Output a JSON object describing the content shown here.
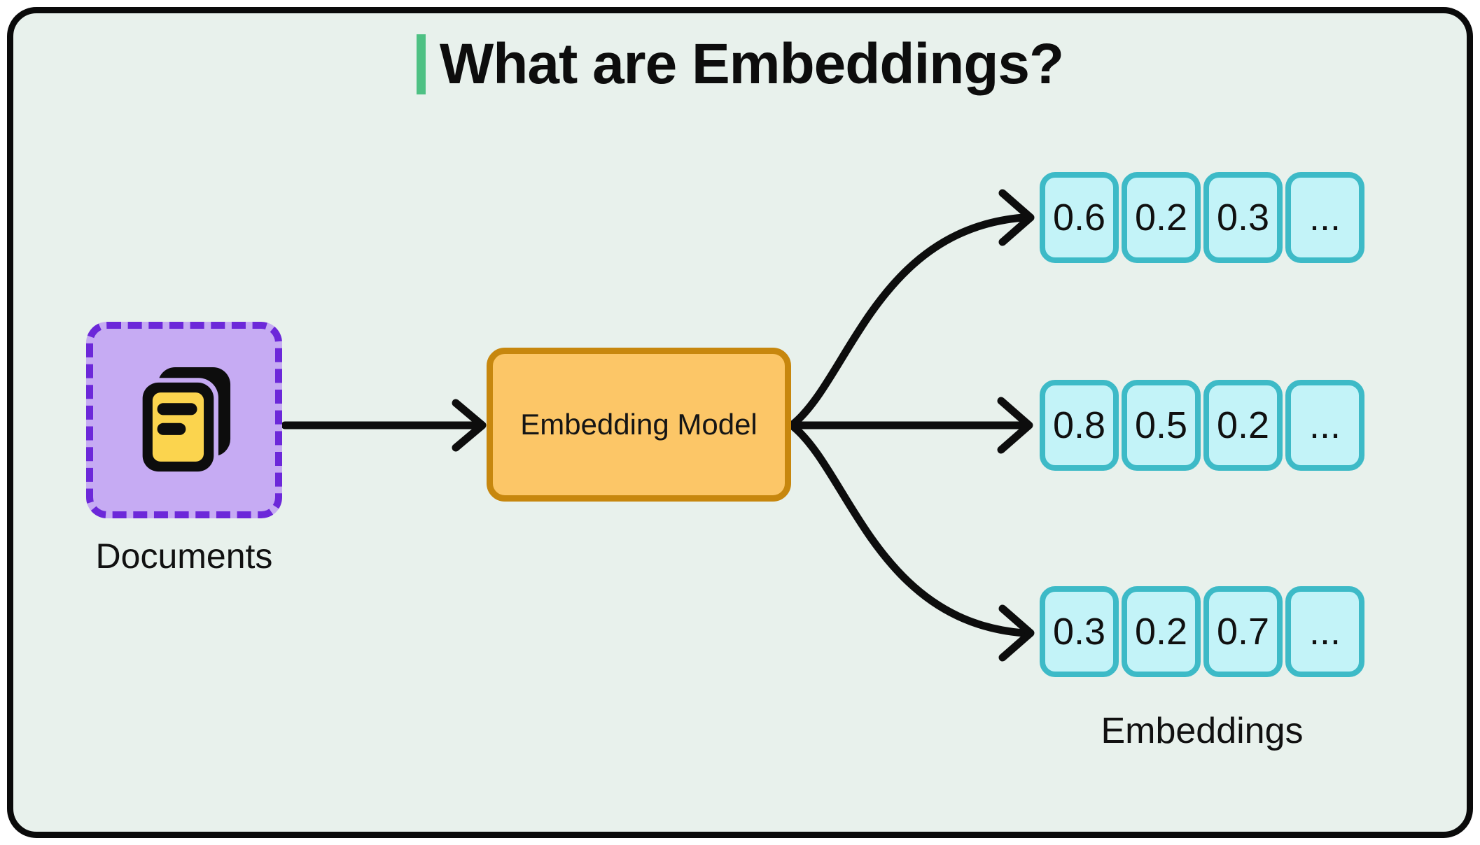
{
  "title": {
    "text": "What are Embeddings?"
  },
  "colors": {
    "accent_green": "#4EC184",
    "canvas_bg": "#E8F1EC",
    "frame_border": "#0A0A0A",
    "purple_fill": "#C6ABF3",
    "purple_border": "#6C28D9",
    "doc_yellow": "#FBD44E",
    "orange_fill": "#FCC667",
    "orange_border": "#C7870E",
    "cyan_fill": "#C3F3F8",
    "cyan_border": "#3DBAC7",
    "ink": "#0D0D0D"
  },
  "documents": {
    "label": "Documents",
    "icon": "documents-icon"
  },
  "model": {
    "label": "Embedding Model"
  },
  "embeddings": {
    "label": "Embeddings",
    "rows": [
      [
        "0.6",
        "0.2",
        "0.3",
        "..."
      ],
      [
        "0.8",
        "0.5",
        "0.2",
        "..."
      ],
      [
        "0.3",
        "0.2",
        "0.7",
        "..."
      ]
    ]
  }
}
